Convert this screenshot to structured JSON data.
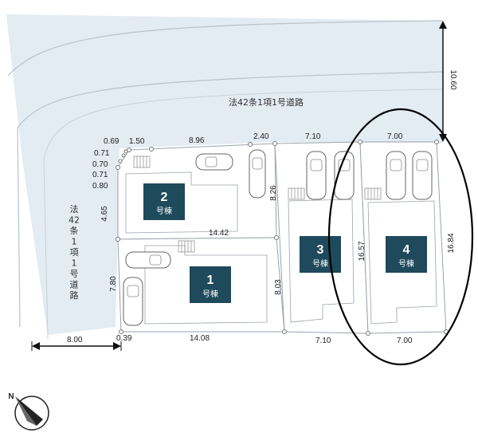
{
  "colors": {
    "road": "#e3ebf3",
    "lot": "#ffffff",
    "outline": "#9aa3ab",
    "badge": "#1e4a5c",
    "ellipse": "#000000"
  },
  "roads": {
    "top_label": "法42条1項1号道路",
    "left_label_chars": [
      "法",
      "42",
      "条",
      "1",
      "項",
      "1",
      "号",
      "道",
      "路"
    ],
    "road_width_right": "10.60",
    "road_width_left": "8.00"
  },
  "corner_dims": [
    "0.69",
    "0.71",
    "0.70",
    "0.71",
    "0.80"
  ],
  "dims": {
    "top_150": "1.50",
    "top_896": "8.96",
    "top_240": "2.40",
    "top_710": "7.10",
    "top_700": "7.00",
    "left_465": "4.65",
    "mid_1442": "14.42",
    "v_826": "8.26",
    "left_780": "7.80",
    "v_803": "8.03",
    "v_1657": "16.57",
    "v_1684": "16.84",
    "bot_039": "0.39",
    "bot_1408": "14.08",
    "bot_710": "7.10",
    "bot_700": "7.00"
  },
  "lots": [
    {
      "number": "2",
      "suffix": "号棟"
    },
    {
      "number": "1",
      "suffix": "号棟"
    },
    {
      "number": "3",
      "suffix": "号棟"
    },
    {
      "number": "4",
      "suffix": "号棟"
    }
  ],
  "compass": {
    "label": "N"
  }
}
